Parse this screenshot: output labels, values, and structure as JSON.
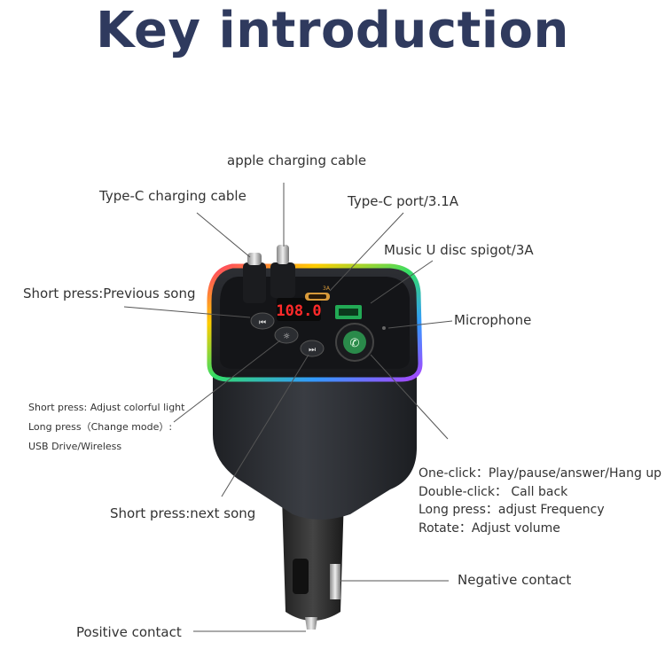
{
  "title": "Key introduction",
  "labels": {
    "apple_cable": "apple charging cable",
    "typec_cable": "Type-C charging cable",
    "typec_port": "Type-C port/3.1A",
    "usb_port": "Music U disc spigot/3A",
    "microphone": "Microphone",
    "prev_song": "Short press:Previous song",
    "light_button": [
      "Short press: Adjust colorful light",
      "Long press（Change mode）:",
      "USB Drive/Wireless"
    ],
    "next_song": "Short press:next song",
    "knob": [
      "One-click：Play/pause/answer/Hang up",
      "Double-click： Call back",
      "Long press：adjust Frequency",
      "Rotate：Adjust volume"
    ],
    "negative": "Negative contact",
    "positive": "Positive contact"
  },
  "device": {
    "display": "108.0",
    "port_label": "3A",
    "body_color": "#2b2d31",
    "led_colors": [
      "#ff3b6b",
      "#ffcc00",
      "#33dd66",
      "#3399ff",
      "#aa44ff"
    ],
    "display_color": "#ff2a2a"
  }
}
